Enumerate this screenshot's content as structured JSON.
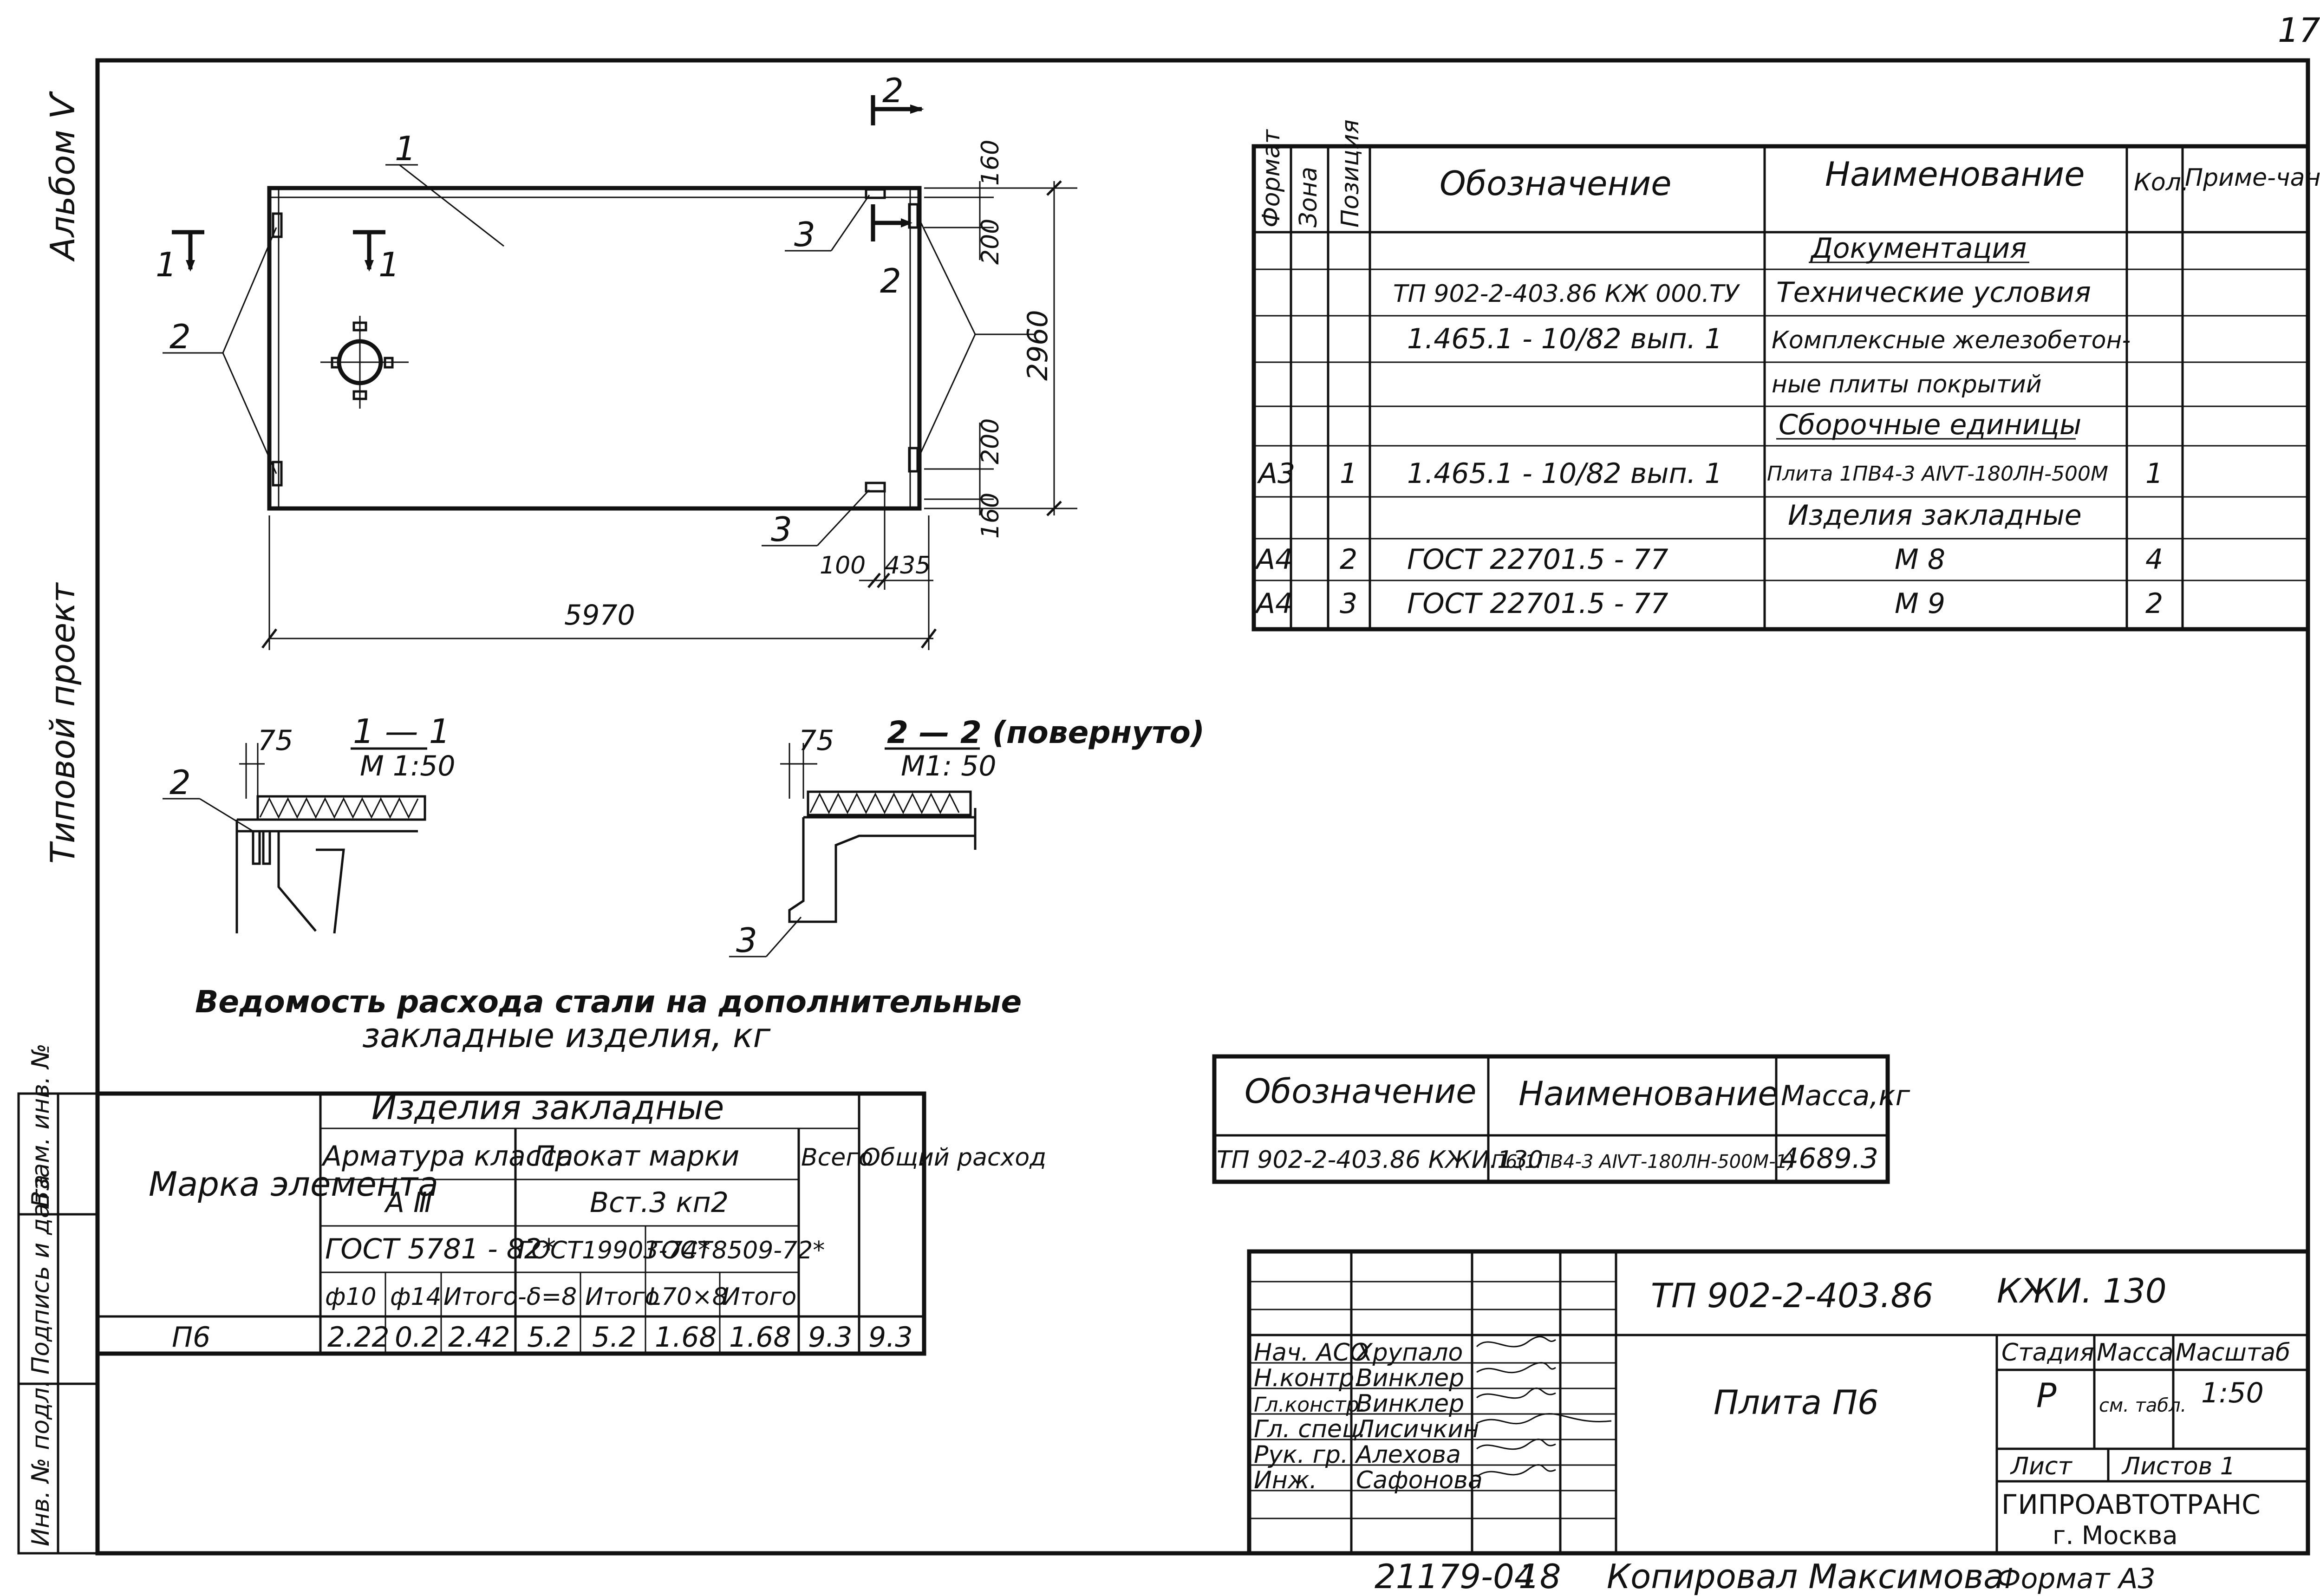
{
  "page_number": "17",
  "side_labels": {
    "album": "Альбом Ѵ",
    "project": "Типовой проект",
    "inv_podl": "Инв. № подл.",
    "podpis_data": "Подпись и дата",
    "vzam_inv": "Взам. инв. №"
  },
  "plan": {
    "dim_length": "5970",
    "dim_width": "2960",
    "dim_160_top": "160",
    "dim_200_top": "200",
    "dim_200_bot": "200",
    "dim_160_bot": "160",
    "dim_100": "100",
    "dim_435": "435",
    "label_1": "1",
    "label_2": "2",
    "label_3": "3",
    "cut1_left": "1",
    "cut1_right": "1",
    "cut2_top": "2",
    "cut2_mid": "2"
  },
  "sections": {
    "s1_title": "1 — 1",
    "s1_scale": "М 1:50",
    "s1_dim": "75",
    "s1_label": "2",
    "s2_title": "2 — 2 (повернуто)",
    "s2_scale": "М1: 50",
    "s2_dim": "75",
    "s2_label": "3"
  },
  "spec_table": {
    "headers": [
      "Формат",
      "Зона",
      "Позиция",
      "Обозначение",
      "Наименование",
      "Кол.",
      "Приме-чание"
    ],
    "rows": [
      {
        "format": "",
        "zone": "",
        "pos": "",
        "designation": "",
        "name": "Документация",
        "qty": "",
        "note": "",
        "underline": true
      },
      {
        "format": "",
        "zone": "",
        "pos": "",
        "designation": "ТП 902-2-403.86 КЖ 000.ТУ",
        "name": "Технические условия",
        "qty": "",
        "note": ""
      },
      {
        "format": "",
        "zone": "",
        "pos": "",
        "designation": "1.465.1 - 10/82   вып. 1",
        "name": "Комплексные железобетон-",
        "qty": "",
        "note": ""
      },
      {
        "format": "",
        "zone": "",
        "pos": "",
        "designation": "",
        "name": "ные плиты покрытий",
        "qty": "",
        "note": ""
      },
      {
        "format": "",
        "zone": "",
        "pos": "",
        "designation": "",
        "name": "Сборочные единицы",
        "qty": "",
        "note": "",
        "underline": true
      },
      {
        "format": "А3",
        "zone": "",
        "pos": "1",
        "designation": "1.465.1 - 10/82   вып. 1",
        "name": "Плита 1ПВ4-3 АⅣТ-180ЛН-500М",
        "qty": "1",
        "note": ""
      },
      {
        "format": "",
        "zone": "",
        "pos": "",
        "designation": "",
        "name": "Изделия закладные",
        "qty": "",
        "note": ""
      },
      {
        "format": "А4",
        "zone": "",
        "pos": "2",
        "designation": "ГОСТ 22701.5 - 77",
        "name": "М 8",
        "qty": "4",
        "note": ""
      },
      {
        "format": "А4",
        "zone": "",
        "pos": "3",
        "designation": "ГОСТ 22701.5 - 77",
        "name": "М 9",
        "qty": "2",
        "note": ""
      }
    ]
  },
  "steel_title_line1": "Ведомость расхода стали на дополнительные",
  "steel_title_line2": "закладные изделия, кг",
  "steel_table": {
    "col_mark": "Марка элемента",
    "group": "Изделия закладные",
    "armatura": "Арматура класса",
    "armatura_class": "А Ⅲ",
    "armatura_gost": "ГОСТ 5781 - 82*",
    "prokat": "Прокат марки",
    "prokat_grade": "Вст.3 кп2",
    "prokat_gost1": "ГОСТ19903-74*",
    "prokat_gost2": "ГОСТ8509-72*",
    "total": "Всего",
    "general": "Общий расход",
    "subheads": [
      "ф10",
      "ф14",
      "Итого",
      "-δ=8",
      "Итого",
      "L70×8",
      "Итого"
    ],
    "row_mark": "П6",
    "row_values": [
      "2.22",
      "0.2",
      "2.42",
      "5.2",
      "5.2",
      "1.68",
      "1.68",
      "9.3",
      "9.3"
    ]
  },
  "mass_table": {
    "headers": [
      "Обозначение",
      "Наименование",
      "Масса,кг"
    ],
    "designation": "ТП 902-2-403.86 КЖИ.130",
    "name": "П6(1ПВ4-3 АⅣТ-180ЛН-500М-1)",
    "mass": "4689.3"
  },
  "title_block": {
    "code": "ТП 902-2-403.86",
    "doc": "КЖИ. 130",
    "name": "Плита П6",
    "roles": [
      {
        "role": "Нач. АСО",
        "person": "Хрупало"
      },
      {
        "role": "Н.контр.",
        "person": "Винклер"
      },
      {
        "role": "Гл.констр.",
        "person": "Винклер"
      },
      {
        "role": "Гл. спец.",
        "person": "Лисичкин"
      },
      {
        "role": "Рук. гр.",
        "person": "Алехова"
      },
      {
        "role": "Инж.",
        "person": "Сафонова"
      }
    ],
    "stage_label": "Стадия",
    "mass_label": "Масса",
    "scale_label": "Масштаб",
    "stage": "Р",
    "mass": "см. табл.",
    "scale": "1:50",
    "sheet_label": "Лист",
    "sheets_label": "Листов 1",
    "org": "ГИПРОАВТОТРАНС",
    "city": "г. Москва"
  },
  "footer": {
    "number": "21179-04",
    "page": "18",
    "copied": "Копировал Максимова",
    "format": "Формат А3"
  }
}
